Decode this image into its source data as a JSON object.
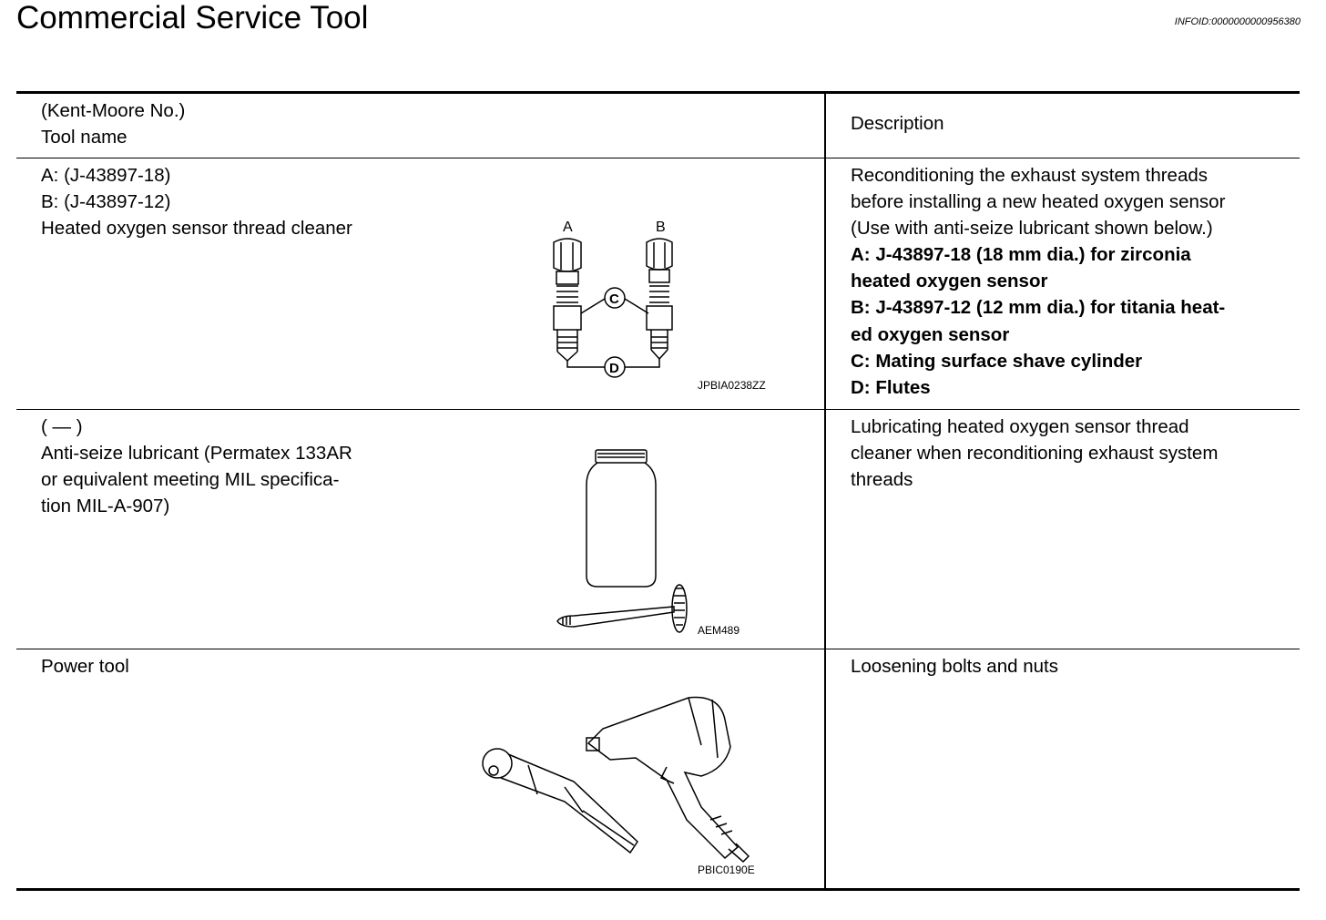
{
  "title": "Commercial Service Tool",
  "info_id": "INFOID:0000000000956380",
  "header": {
    "tool_line1": "(Kent-Moore No.)",
    "tool_line2": "Tool name",
    "description": "Description"
  },
  "rows": [
    {
      "tool_lines": [
        "A: (J-43897-18)",
        "B: (J-43897-12)",
        "Heated oxygen sensor thread cleaner"
      ],
      "figure_code": "JPBIA0238ZZ",
      "figure_labels": [
        "A",
        "B",
        "C",
        "D"
      ],
      "desc_lines": [
        "Reconditioning the exhaust system threads",
        "before installing a new heated oxygen sensor",
        "(Use with anti-seize lubricant shown below.)"
      ],
      "desc_bold_lines": [
        "A: J-43897-18 (18 mm dia.) for zirconia",
        "heated oxygen sensor",
        "B: J-43897-12 (12 mm dia.) for titania heat-",
        "ed oxygen sensor",
        "C: Mating surface shave cylinder",
        "D: Flutes"
      ]
    },
    {
      "tool_lines": [
        "(   —   )",
        "Anti-seize lubricant (Permatex 133AR",
        "or equivalent meeting MIL specifica-",
        "tion MIL-A-907)"
      ],
      "figure_code": "AEM489",
      "desc_lines": [
        "Lubricating heated oxygen sensor thread",
        "cleaner when reconditioning exhaust system",
        "threads"
      ]
    },
    {
      "tool_lines": [
        "Power tool"
      ],
      "figure_code": "PBIC0190E",
      "desc_lines": [
        "Loosening bolts and nuts"
      ]
    }
  ]
}
